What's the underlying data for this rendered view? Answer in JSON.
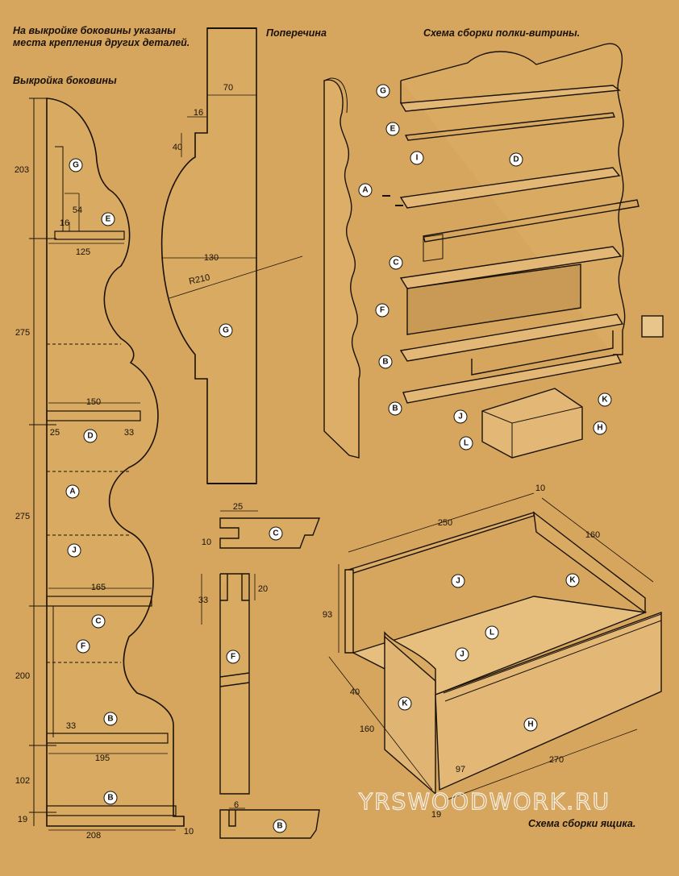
{
  "headings": {
    "side_note": "На выкройке боковины указаны места крепления других деталей.",
    "side_title": "Выкройка боковины",
    "crossbar_title": "Поперечина",
    "shelf_title": "Схема сборки полки-витрины.",
    "drawer_title": "Схема сборки ящика."
  },
  "side_pattern": {
    "dims": [
      "203",
      "54",
      "16",
      "125",
      "275",
      "150",
      "25",
      "33",
      "275",
      "165",
      "200",
      "33",
      "195",
      "102",
      "19",
      "208",
      "10"
    ],
    "labels": [
      "G",
      "E",
      "D",
      "A",
      "J",
      "C",
      "F",
      "B",
      "B"
    ]
  },
  "crossbar": {
    "dims": [
      "70",
      "16",
      "40",
      "130",
      "R210"
    ],
    "labels": [
      "G"
    ]
  },
  "small_parts": {
    "dims": [
      "25",
      "10",
      "33",
      "20",
      "6"
    ],
    "labels": [
      "C",
      "F",
      "B"
    ]
  },
  "shelf_assembly": {
    "labels": [
      "G",
      "E",
      "I",
      "D",
      "A",
      "C",
      "F",
      "B",
      "B",
      "K",
      "J",
      "H",
      "L"
    ]
  },
  "drawer_assembly": {
    "dims": [
      "10",
      "250",
      "160",
      "93",
      "40",
      "160",
      "97",
      "19",
      "270"
    ],
    "labels": [
      "J",
      "K",
      "L",
      "J",
      "K",
      "H"
    ]
  },
  "watermark": "YRSWOODWORK.RU"
}
